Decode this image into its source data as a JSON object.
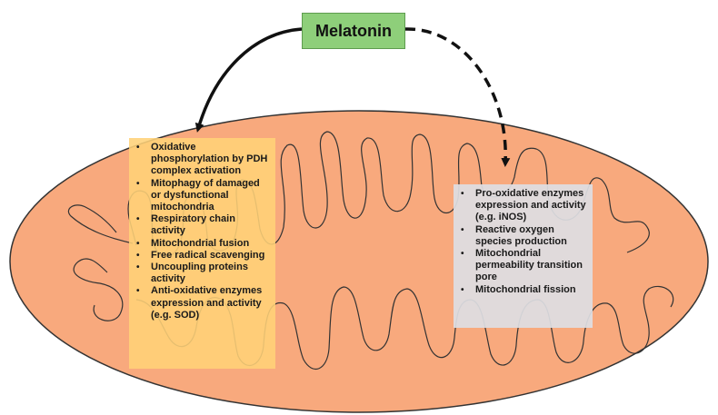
{
  "agent": {
    "label": "Melatonin",
    "box_color": "#8ecf7a"
  },
  "mitochondrion": {
    "fill_color": "#f8a97d",
    "outline_color": "#333333"
  },
  "positive_effects": {
    "panel_color": "#ffd278",
    "arrow_style": "solid",
    "items": [
      "Oxidative phosphorylation by PDH complex activation",
      "Mitophagy of damaged or dysfunctional mitochondria",
      "Respiratory chain activity",
      "Mitochondrial fusion",
      "Free radical scavenging",
      "Uncoupling proteins activity",
      "Anti-oxidative enzymes expression and activity (e.g. SOD)"
    ]
  },
  "negative_effects": {
    "panel_color": "#dedee2",
    "arrow_style": "dashed",
    "items": [
      "Pro-oxidative enzymes expression and activity (e.g. iNOS)",
      "Reactive oxygen species production",
      "Mitochondrial permeability transition pore",
      "Mitochondrial fission"
    ]
  }
}
